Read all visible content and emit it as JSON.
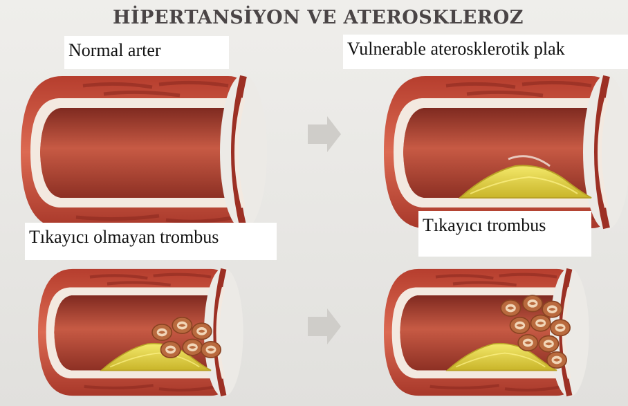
{
  "title": "HİPERTANSİYON VE ATEROSKLEROZ",
  "panels": [
    {
      "label": "Normal arter"
    },
    {
      "label": "Vulnerable aterosklerotik plak"
    },
    {
      "label": "Tıkayıcı olmayan trombus"
    },
    {
      "label": "Tıkayıcı trombus"
    }
  ],
  "colors": {
    "vessel_wall": "#c8503c",
    "vessel_dark": "#9a2e22",
    "lumen": "#b24a3a",
    "intima": "#f1e6dc",
    "plaque": "#e0d23a",
    "thrombus": "#c97a45",
    "background": "#ecebe8"
  }
}
